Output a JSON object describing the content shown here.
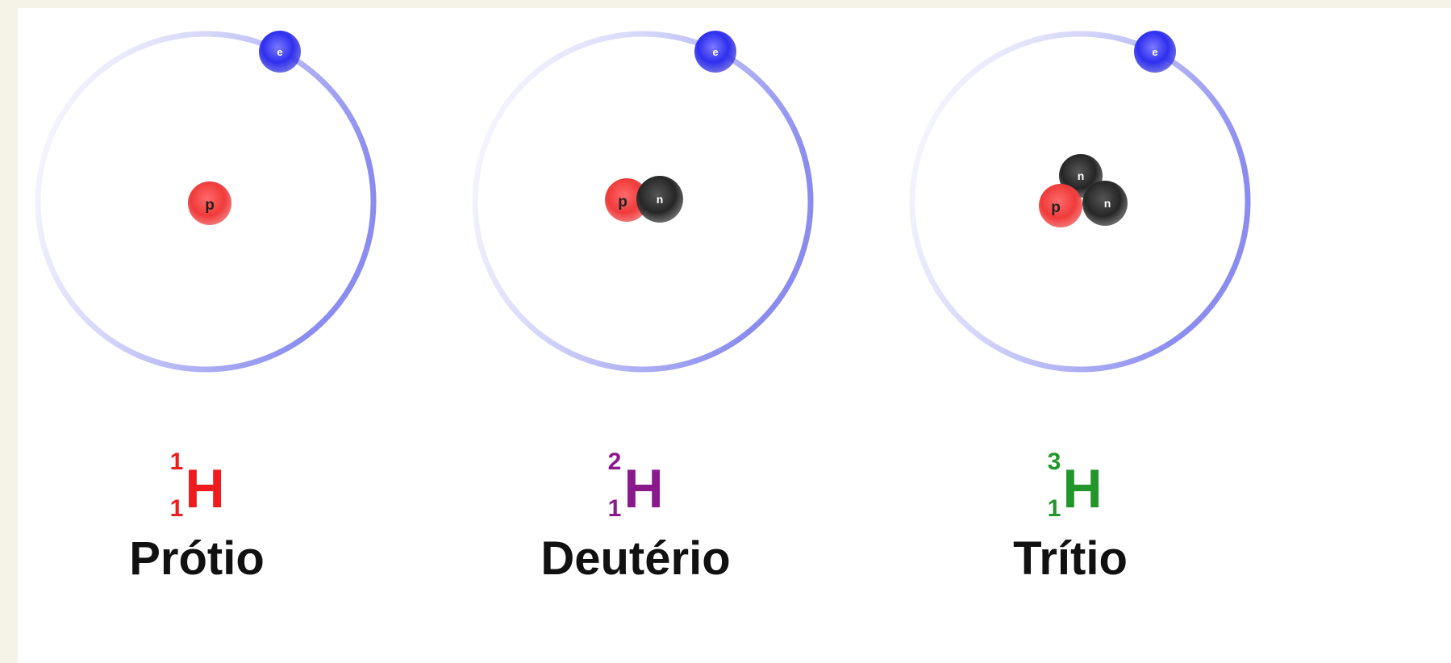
{
  "colors": {
    "background": "#f5f2e8",
    "panel": "#ffffff",
    "orbit": "#8a8cf0",
    "electron": "#2f2ff0",
    "proton": "#f03a3a",
    "neutron": "#2c2c2c"
  },
  "particle_labels": {
    "electron": "e",
    "proton": "p",
    "neutron": "n"
  },
  "isotopes": [
    {
      "mass_number": "1",
      "atomic_number": "1",
      "symbol": "H",
      "name": "Prótio",
      "symbol_color": "#ee1c1c",
      "mass_color": "#ee1c1c",
      "neutrons": 0
    },
    {
      "mass_number": "2",
      "atomic_number": "1",
      "symbol": "H",
      "name": "Deutério",
      "symbol_color": "#8a1a8c",
      "mass_color": "#8a1a8c",
      "neutrons": 1
    },
    {
      "mass_number": "3",
      "atomic_number": "1",
      "symbol": "H",
      "name": "Trítio",
      "symbol_color": "#22962a",
      "mass_color": "#22962a",
      "neutrons": 2
    }
  ]
}
